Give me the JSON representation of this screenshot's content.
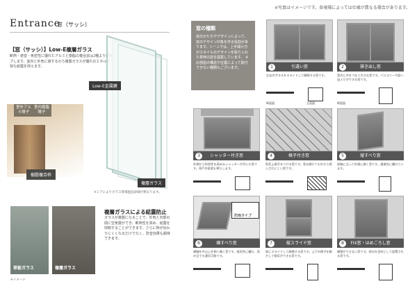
{
  "top_note": "※写真はイメージです。各現場によっては仕様が異なる場合があります。",
  "page_title": "Entrance",
  "page_subtitle": "窓（サッシ）",
  "sash": {
    "heading": "【窓（サッシ）】Low-E複層ガラス",
    "body": "断熱・遮音・気密性に優れたアルミと樹脂の複合窓は2種より外気を活かしアップします。室内と外気に接するから複層ガラスが優れのエネルギーを軽減し、不快な結露を抑えます。",
    "labels": {
      "outer_alum": "室外アルミ障子",
      "inner_resin": "室内樹脂障子",
      "frame": "樹脂複合枠",
      "lowe_film": "Low-E金属膜",
      "double_glass": "複層ガラス"
    },
    "glass_note": "※ミアによりガラス厚場囲品詳細が異なります。"
  },
  "condensation": {
    "heading": "複層ガラスによる結露防止",
    "body": "ガラスが複層になることで、外気と内部の間に空気層ができ、断熱性を高め、結露を抑制することができます。さらに熱が伝わりにくくなるだけでなく、防音効果も期待できます。",
    "single_label": "単板ガラス",
    "double_label": "複層ガラス",
    "photo_note": "※イメージ"
  },
  "window_types": {
    "heading": "窓の種類",
    "body": "窓のかたちやデザインによって、窓のデザイン印象を作る役割があります。シーンでは、上手開け方がスタイルのデザインを取り入れた意味の窓を提案しています。 ※お部屋の構造や位置によって取付できない種類もございます。"
  },
  "cards": [
    {
      "num": "1",
      "title": "引違い窓",
      "desc": "左右のガラスをスライドして開閉する窓です。"
    },
    {
      "num": "2",
      "title": "掃き出し窓",
      "desc": "室内と外をつなぐ大きな窓です。バルコニーや庭へ出入りができる窓です。"
    },
    {
      "num": "3",
      "title": "シャッター付き窓",
      "desc": "外側から防犯性を高めるシャッターが付いた窓です。雨戸の役割も果たします。"
    },
    {
      "num": "4",
      "title": "格子付き窓",
      "desc": "防犯上格子をつける窓です。窓を開けても外から侵入されにくい窓です。"
    },
    {
      "num": "5",
      "title": "縦すべり窓",
      "desc": "縦軸に沿って外側に開く窓です。通風性に優れています。"
    },
    {
      "num": "6",
      "title": "横すべり窓",
      "desc": "横軸を中心に外側へ開く窓です。換気性に優れ、雨の日でも通気可能です。"
    },
    {
      "num": "7",
      "title": "縦スライド窓",
      "desc": "縦にスライドして開閉する窓です。上下の障子を動かして換気ができる窓です。"
    },
    {
      "num": "8",
      "title": "FIX窓・はめごろし窓",
      "desc": "開閉ができない窓です。採光を目的として設置される窓です。"
    }
  ],
  "bar_label": "防雨タイプ",
  "diagram_captions": {
    "plan": "断面図",
    "elev": "立面図"
  }
}
